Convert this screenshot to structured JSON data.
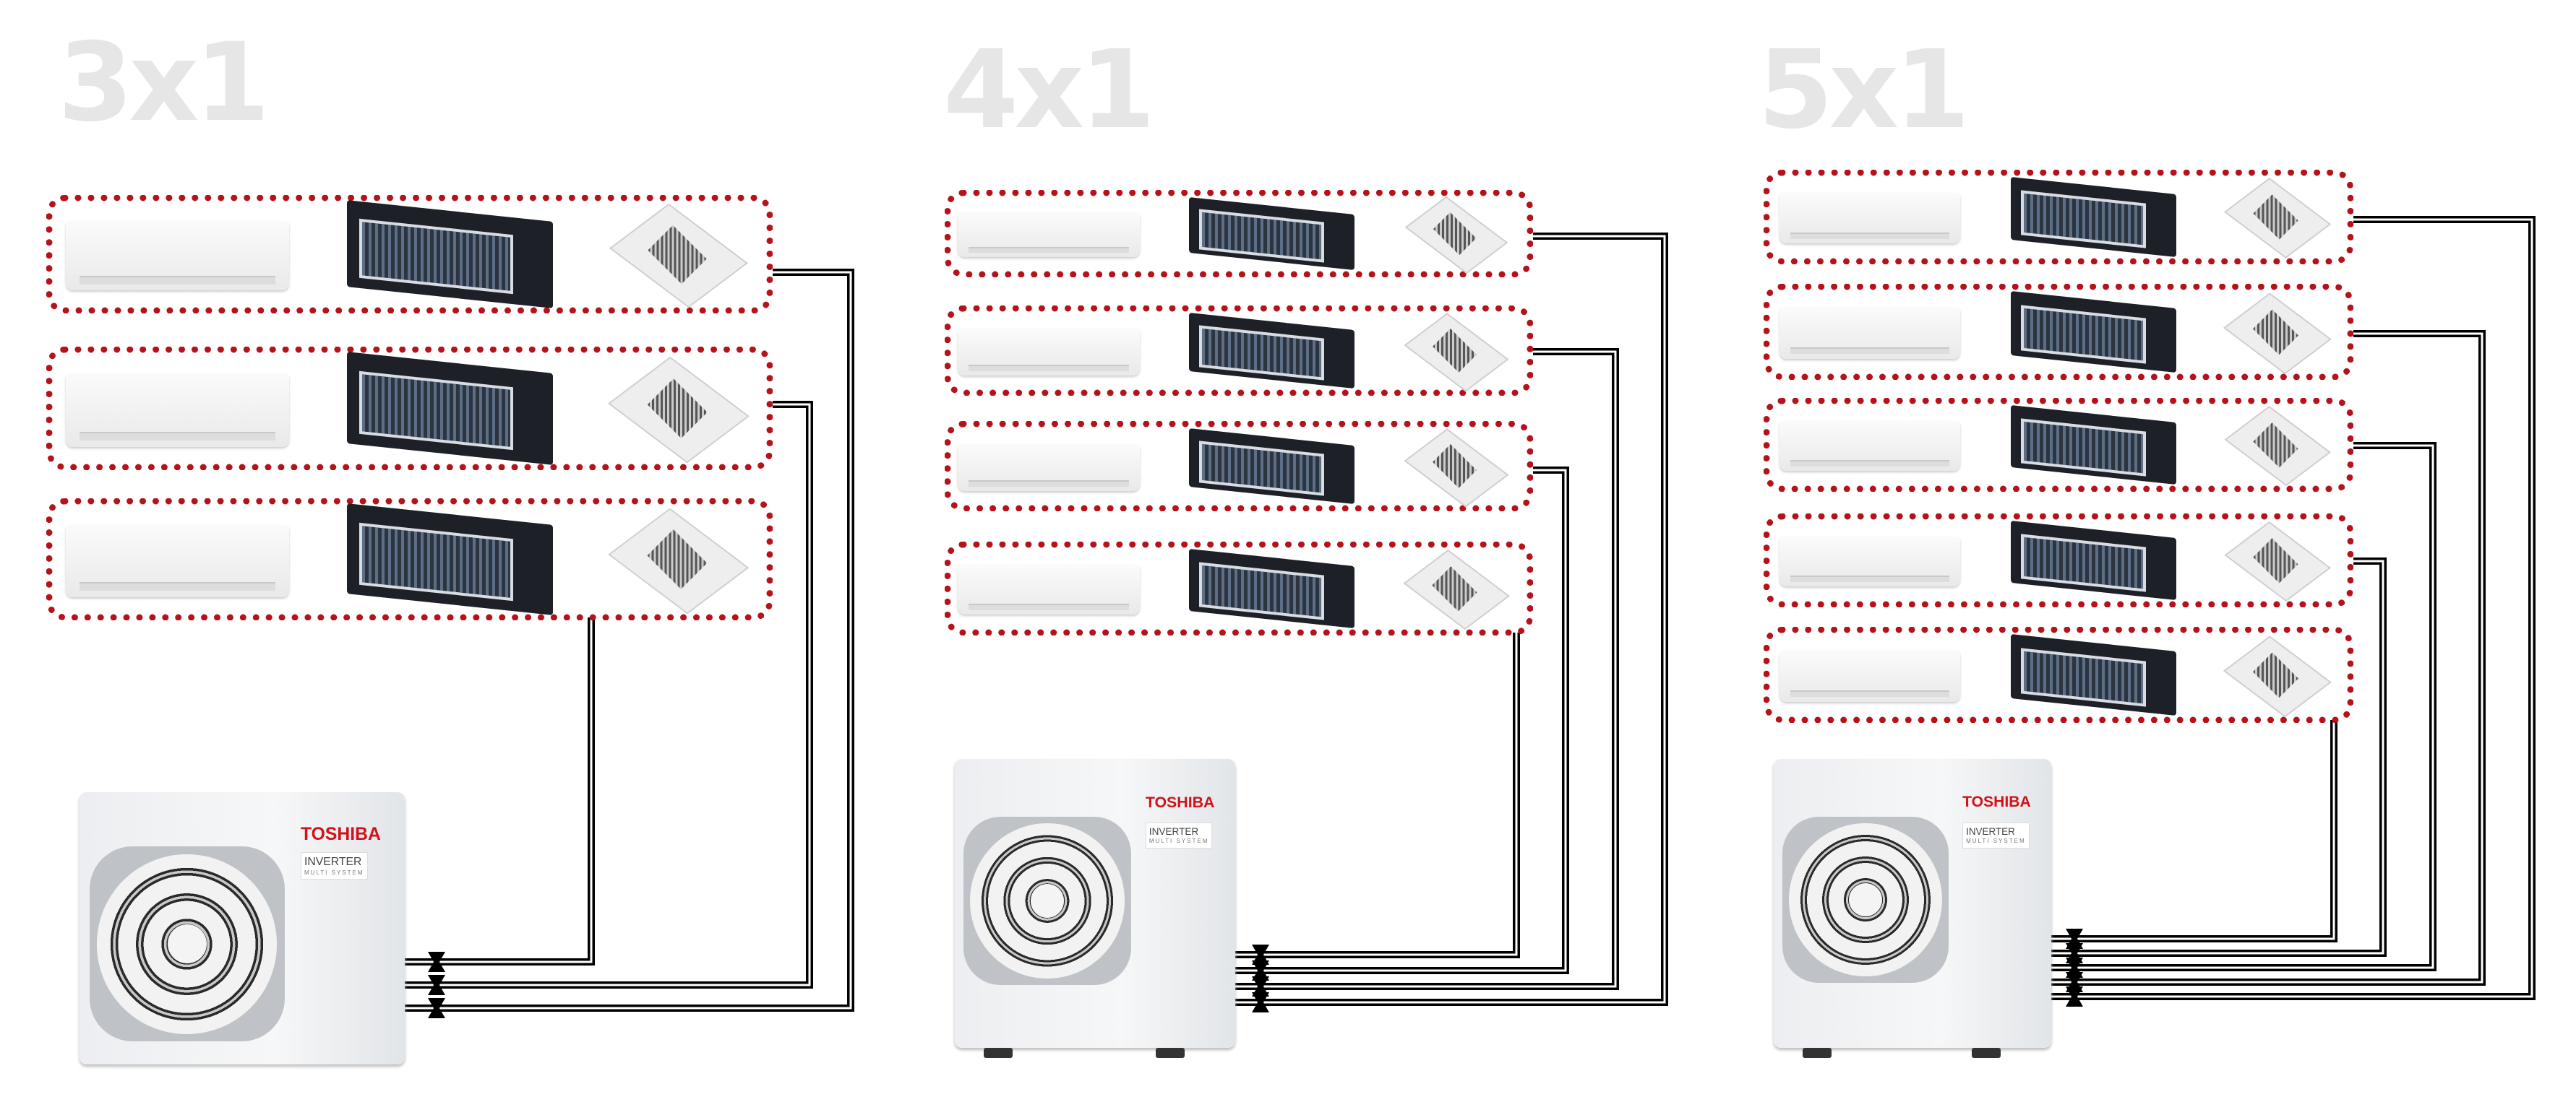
{
  "systems": [
    {
      "title": "3x1",
      "indoor_groups": 3,
      "brand": "TOSHIBA",
      "badge": "INVERTER",
      "badge_sub": "MULTI SYSTEM"
    },
    {
      "title": "4x1",
      "indoor_groups": 4,
      "brand": "TOSHIBA",
      "badge": "INVERTER",
      "badge_sub": "MULTI SYSTEM"
    },
    {
      "title": "5x1",
      "indoor_groups": 5,
      "brand": "TOSHIBA",
      "badge": "INVERTER",
      "badge_sub": "MULTI SYSTEM"
    }
  ],
  "indoor_unit_types": [
    "wall-mounted",
    "ducted",
    "cassette"
  ],
  "colors": {
    "group_border": "#b5121b",
    "title": "#e6e6e6",
    "brand": "#d0121b",
    "pipe": "#000000"
  }
}
